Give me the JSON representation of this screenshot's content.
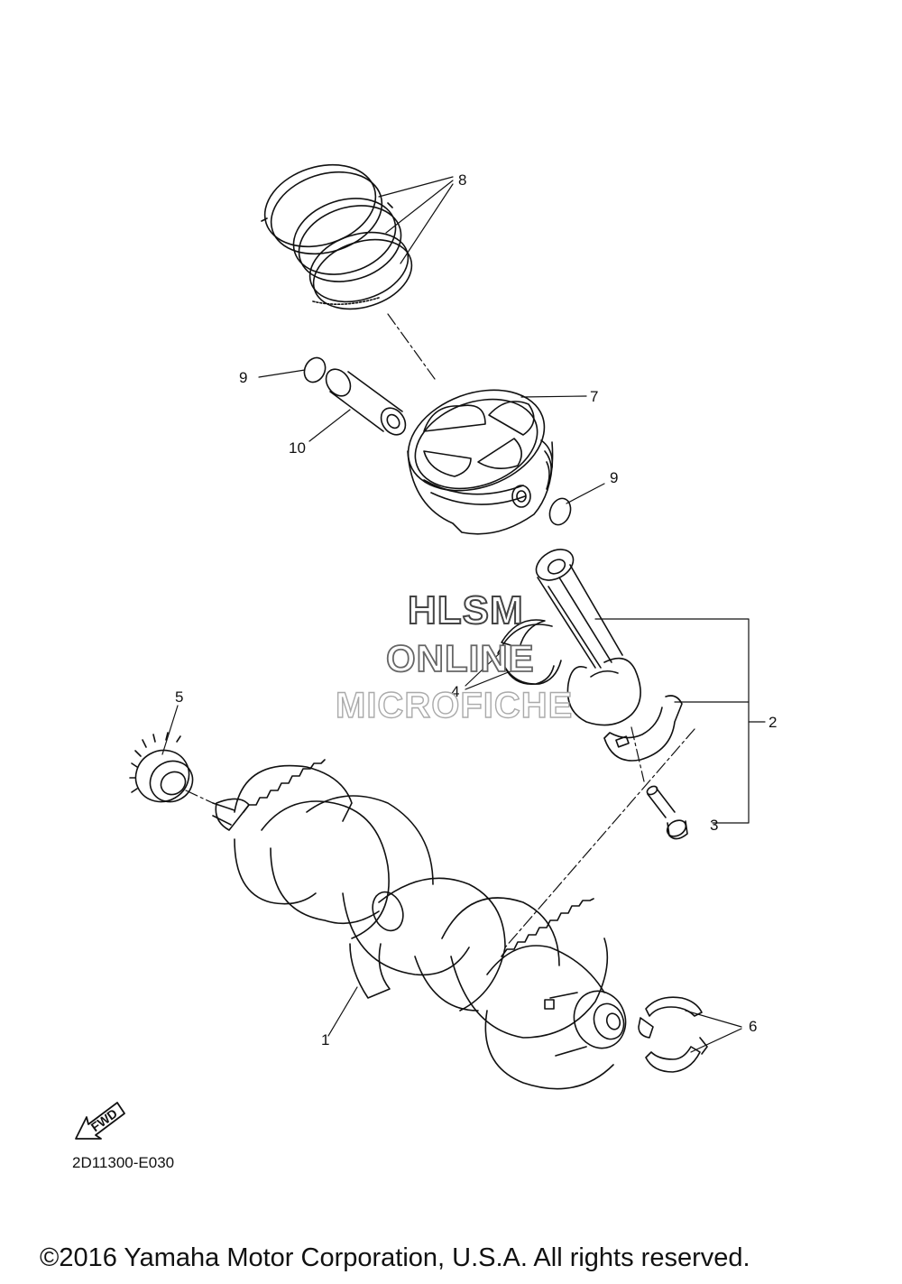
{
  "callouts": [
    {
      "id": "1",
      "text": "1"
    },
    {
      "id": "2",
      "text": "2"
    },
    {
      "id": "3",
      "text": "3"
    },
    {
      "id": "4",
      "text": "4"
    },
    {
      "id": "5",
      "text": "5"
    },
    {
      "id": "6",
      "text": "6"
    },
    {
      "id": "7",
      "text": "7"
    },
    {
      "id": "8",
      "text": "8"
    },
    {
      "id": "9a",
      "text": "9"
    },
    {
      "id": "9b",
      "text": "9"
    },
    {
      "id": "10",
      "text": "10"
    }
  ],
  "watermark": {
    "line1": "HLSM",
    "line2": "ONLINE",
    "line3": "MICROFICHE"
  },
  "fwd_label": "FWD",
  "diagram_code": "2D11300-E030",
  "copyright": "©2016 Yamaha Motor Corporation, U.S.A. All rights reserved."
}
